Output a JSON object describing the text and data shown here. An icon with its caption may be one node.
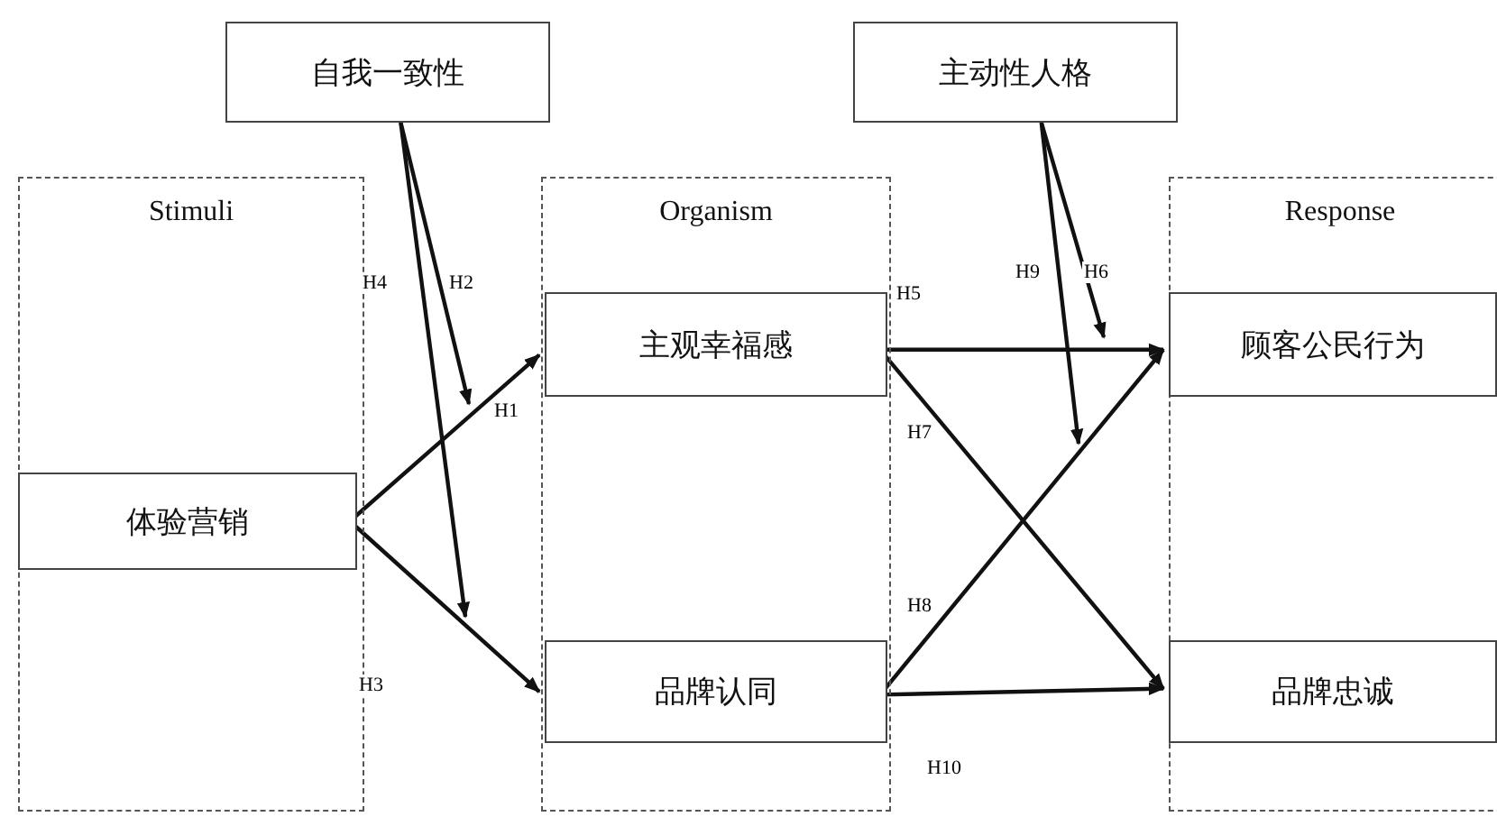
{
  "diagram": {
    "nodes": [
      {
        "text": [
          "Stimuli"
        ]
      },
      {
        "text": [
          "体验营销"
        ],
        "in": 0
      },
      {
        "text": [
          "Organism"
        ]
      },
      {
        "text": [
          "主观幸福感"
        ],
        "in": 2
      },
      {
        "text": [
          "品牌认同"
        ],
        "in": 2
      },
      {
        "text": [
          "Response"
        ]
      },
      {
        "text": [
          "顾客公民行为"
        ],
        "in": 5
      },
      {
        "text": [
          "品牌忠诚"
        ],
        "in": 5
      },
      {
        "text": [
          "自我一致性"
        ]
      },
      {
        "text": [
          "主动性人格"
        ]
      }
    ],
    "edges": [
      {
        "from": 1,
        "to": 3,
        "arrow": "to",
        "label": "H1"
      },
      {
        "from": 8,
        "to": null,
        "arrow": "to",
        "label": "H2"
      },
      {
        "from": 1,
        "to": 4,
        "arrow": "to",
        "label": "H3"
      },
      {
        "from": 8,
        "to": null,
        "arrow": "to",
        "label": "H4"
      },
      {
        "from": 3,
        "to": 6,
        "arrow": "to",
        "label": "H5"
      },
      {
        "from": 9,
        "to": null,
        "arrow": "to",
        "label": "H6"
      },
      {
        "from": 3,
        "to": 7,
        "arrow": "to",
        "label": "H7"
      },
      {
        "from": 4,
        "to": 6,
        "arrow": "to",
        "label": "H8"
      },
      {
        "from": 9,
        "to": null,
        "arrow": "to",
        "label": "H9"
      },
      {
        "from": 4,
        "to": 7,
        "arrow": "to",
        "label": "H10"
      }
    ]
  }
}
